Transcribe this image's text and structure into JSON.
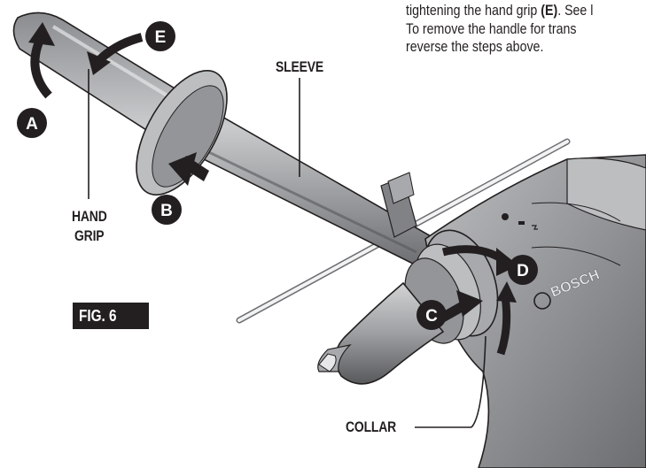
{
  "body_text": {
    "line1_before": "tightening the hand grip ",
    "line1_bold": "(E)",
    "line1_after": ". See l",
    "line2": "To remove the handle for trans",
    "line3": "reverse the steps above."
  },
  "callouts": {
    "sleeve": "SLEEVE",
    "hand_grip_line1": "HAND",
    "hand_grip_line2": "GRIP",
    "collar": "COLLAR"
  },
  "step_badges": {
    "a": "A",
    "b": "B",
    "c": "C",
    "d": "D",
    "e": "E"
  },
  "figure_label": "FIG. 6",
  "drill_labels": {
    "brand": "BOSCH"
  },
  "colors": {
    "ink": "#231f20",
    "tool_gray": "#a7a9ac",
    "tool_dark": "#6d6e71"
  }
}
